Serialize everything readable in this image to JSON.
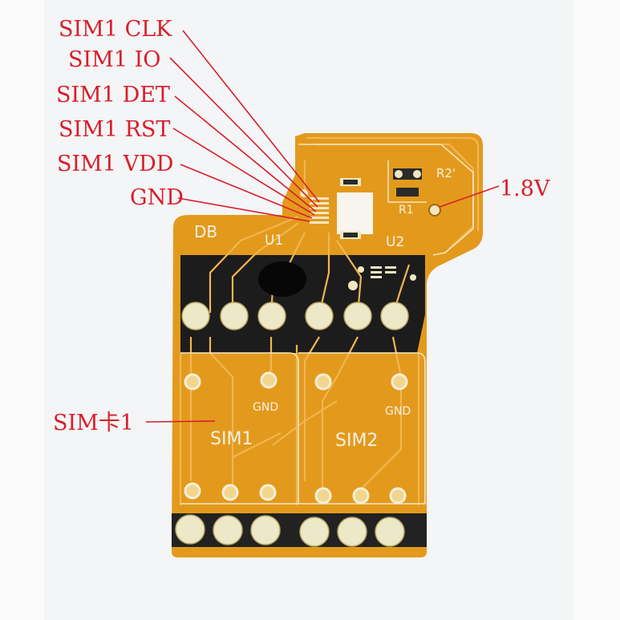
{
  "annotations": {
    "sim1_clk": "SIM1 CLK",
    "sim1_io": "SIM1 IO",
    "sim1_det": "SIM1 DET",
    "sim1_rst": "SIM1 RST",
    "sim1_vdd": "SIM1 VDD",
    "gnd": "GND",
    "voltage": "1.8V",
    "sim_card_1": "SIM卡1"
  },
  "silkscreen": {
    "board": "DB",
    "u1": "U1",
    "u2": "U2",
    "r1": "R1",
    "r2": "R2'",
    "gnd_1": "GND",
    "gnd_2": "GND",
    "sim1": "SIM1",
    "sim2": "SIM2"
  },
  "colors": {
    "annotation_red": "#d81e2a",
    "pcb_orange": "#e39a1c",
    "trace_orange": "#f2b552",
    "black_coverlay": "#1c1c1c",
    "pad_gold": "#ece8c8",
    "silkscreen_white": "#f4f1e6"
  }
}
